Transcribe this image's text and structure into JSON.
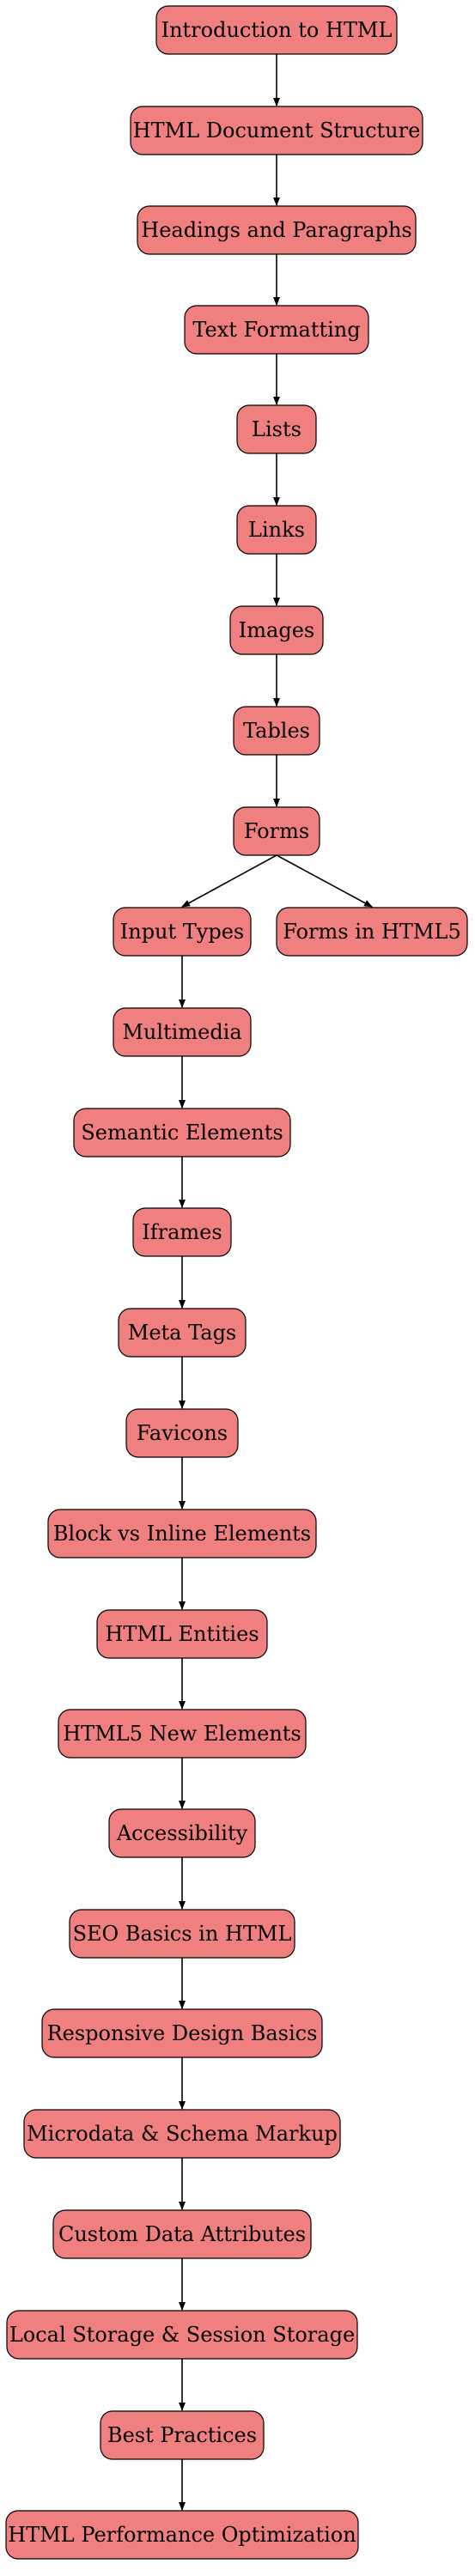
{
  "diagram": {
    "colors": {
      "node_fill": "#F08080",
      "node_stroke": "#000000",
      "edge": "#000000"
    },
    "nodes": [
      {
        "id": "n1",
        "label": "Introduction to HTML"
      },
      {
        "id": "n2",
        "label": "HTML Document Structure"
      },
      {
        "id": "n3",
        "label": "Headings and Paragraphs"
      },
      {
        "id": "n4",
        "label": "Text Formatting"
      },
      {
        "id": "n5",
        "label": "Lists"
      },
      {
        "id": "n6",
        "label": "Links"
      },
      {
        "id": "n7",
        "label": "Images"
      },
      {
        "id": "n8",
        "label": "Tables"
      },
      {
        "id": "n9",
        "label": "Forms"
      },
      {
        "id": "n10",
        "label": "Input Types"
      },
      {
        "id": "n11",
        "label": "Forms in HTML5"
      },
      {
        "id": "n12",
        "label": "Multimedia"
      },
      {
        "id": "n13",
        "label": "Semantic Elements"
      },
      {
        "id": "n14",
        "label": "Iframes"
      },
      {
        "id": "n15",
        "label": "Meta Tags"
      },
      {
        "id": "n16",
        "label": "Favicons"
      },
      {
        "id": "n17",
        "label": "Block vs Inline Elements"
      },
      {
        "id": "n18",
        "label": "HTML Entities"
      },
      {
        "id": "n19",
        "label": "HTML5 New Elements"
      },
      {
        "id": "n20",
        "label": "Accessibility"
      },
      {
        "id": "n21",
        "label": "SEO Basics in HTML"
      },
      {
        "id": "n22",
        "label": "Responsive Design Basics"
      },
      {
        "id": "n23",
        "label": "Microdata & Schema Markup"
      },
      {
        "id": "n24",
        "label": "Custom Data Attributes"
      },
      {
        "id": "n25",
        "label": "Local Storage & Session Storage"
      },
      {
        "id": "n26",
        "label": "Best Practices"
      },
      {
        "id": "n27",
        "label": "HTML Performance Optimization"
      }
    ],
    "edges": [
      [
        "n1",
        "n2"
      ],
      [
        "n2",
        "n3"
      ],
      [
        "n3",
        "n4"
      ],
      [
        "n4",
        "n5"
      ],
      [
        "n5",
        "n6"
      ],
      [
        "n6",
        "n7"
      ],
      [
        "n7",
        "n8"
      ],
      [
        "n8",
        "n9"
      ],
      [
        "n9",
        "n10"
      ],
      [
        "n9",
        "n11"
      ],
      [
        "n10",
        "n12"
      ],
      [
        "n12",
        "n13"
      ],
      [
        "n13",
        "n14"
      ],
      [
        "n14",
        "n15"
      ],
      [
        "n15",
        "n16"
      ],
      [
        "n16",
        "n17"
      ],
      [
        "n17",
        "n18"
      ],
      [
        "n18",
        "n19"
      ],
      [
        "n19",
        "n20"
      ],
      [
        "n20",
        "n21"
      ],
      [
        "n21",
        "n22"
      ],
      [
        "n22",
        "n23"
      ],
      [
        "n23",
        "n24"
      ],
      [
        "n24",
        "n25"
      ],
      [
        "n25",
        "n26"
      ],
      [
        "n26",
        "n27"
      ]
    ]
  }
}
